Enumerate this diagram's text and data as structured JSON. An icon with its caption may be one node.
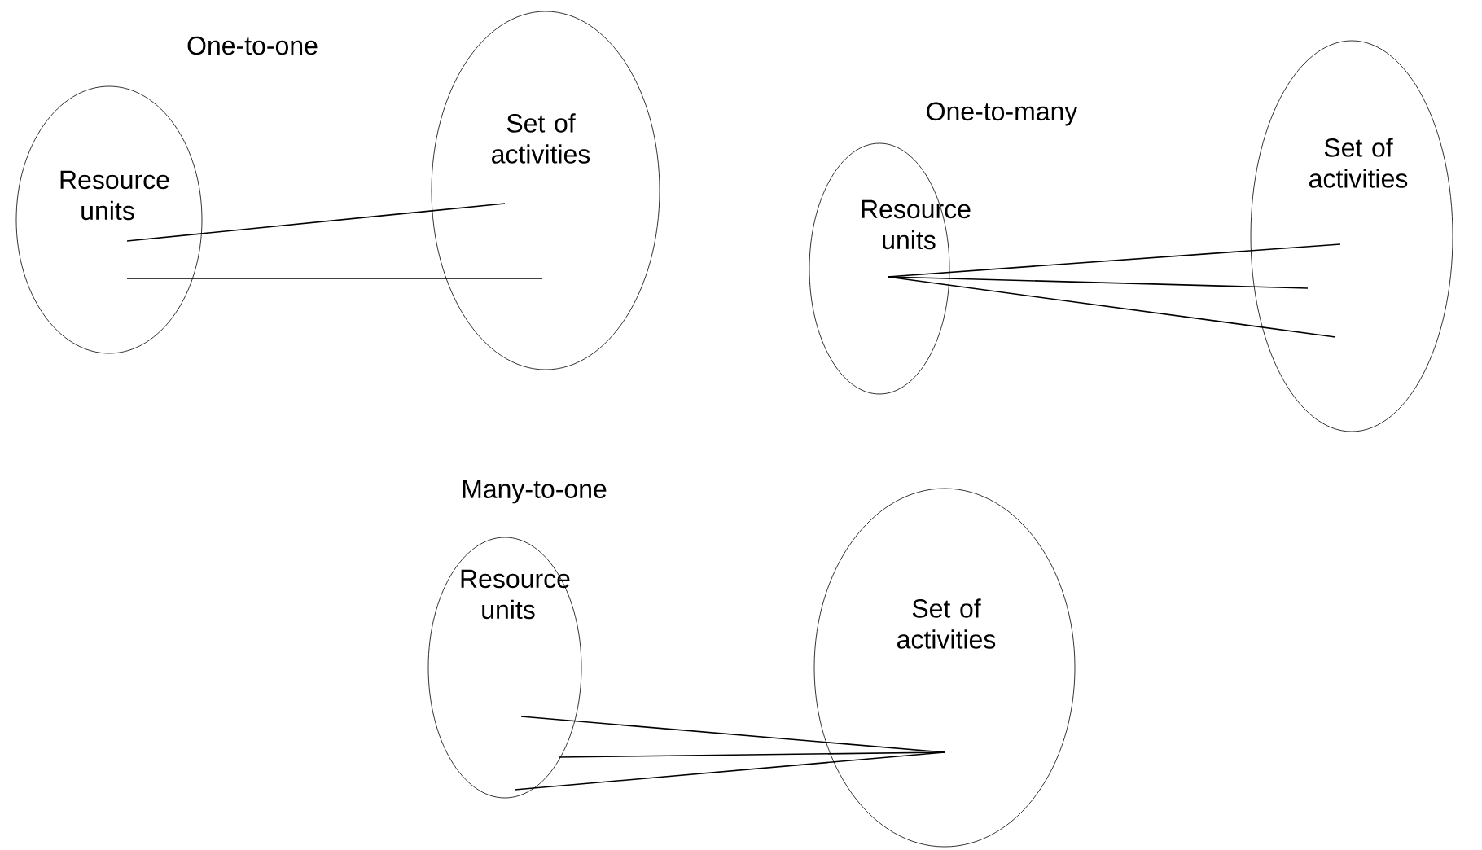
{
  "diagram": {
    "nodes": [
      {
        "text": [
          "Resource units"
        ]
      },
      {
        "text": [
          "Set of activities"
        ]
      },
      {
        "text": [
          "Resource units"
        ]
      },
      {
        "text": [
          "Set of activities"
        ]
      },
      {
        "text": [
          "Resource units"
        ]
      },
      {
        "text": [
          "Set of activities"
        ]
      }
    ],
    "edges": [
      {
        "from": 0,
        "to": 1,
        "arrow": "none"
      },
      {
        "from": 0,
        "to": 1,
        "arrow": "none"
      },
      {
        "from": 2,
        "to": 3,
        "arrow": "none"
      },
      {
        "from": 2,
        "to": 3,
        "arrow": "none"
      },
      {
        "from": 2,
        "to": 3,
        "arrow": "none"
      },
      {
        "from": 4,
        "to": 5,
        "arrow": "none"
      },
      {
        "from": 4,
        "to": 5,
        "arrow": "none"
      },
      {
        "from": 4,
        "to": 5,
        "arrow": "none"
      }
    ],
    "labels": [
      "One-to-one",
      "One-to-many",
      "Many-to-one"
    ]
  }
}
